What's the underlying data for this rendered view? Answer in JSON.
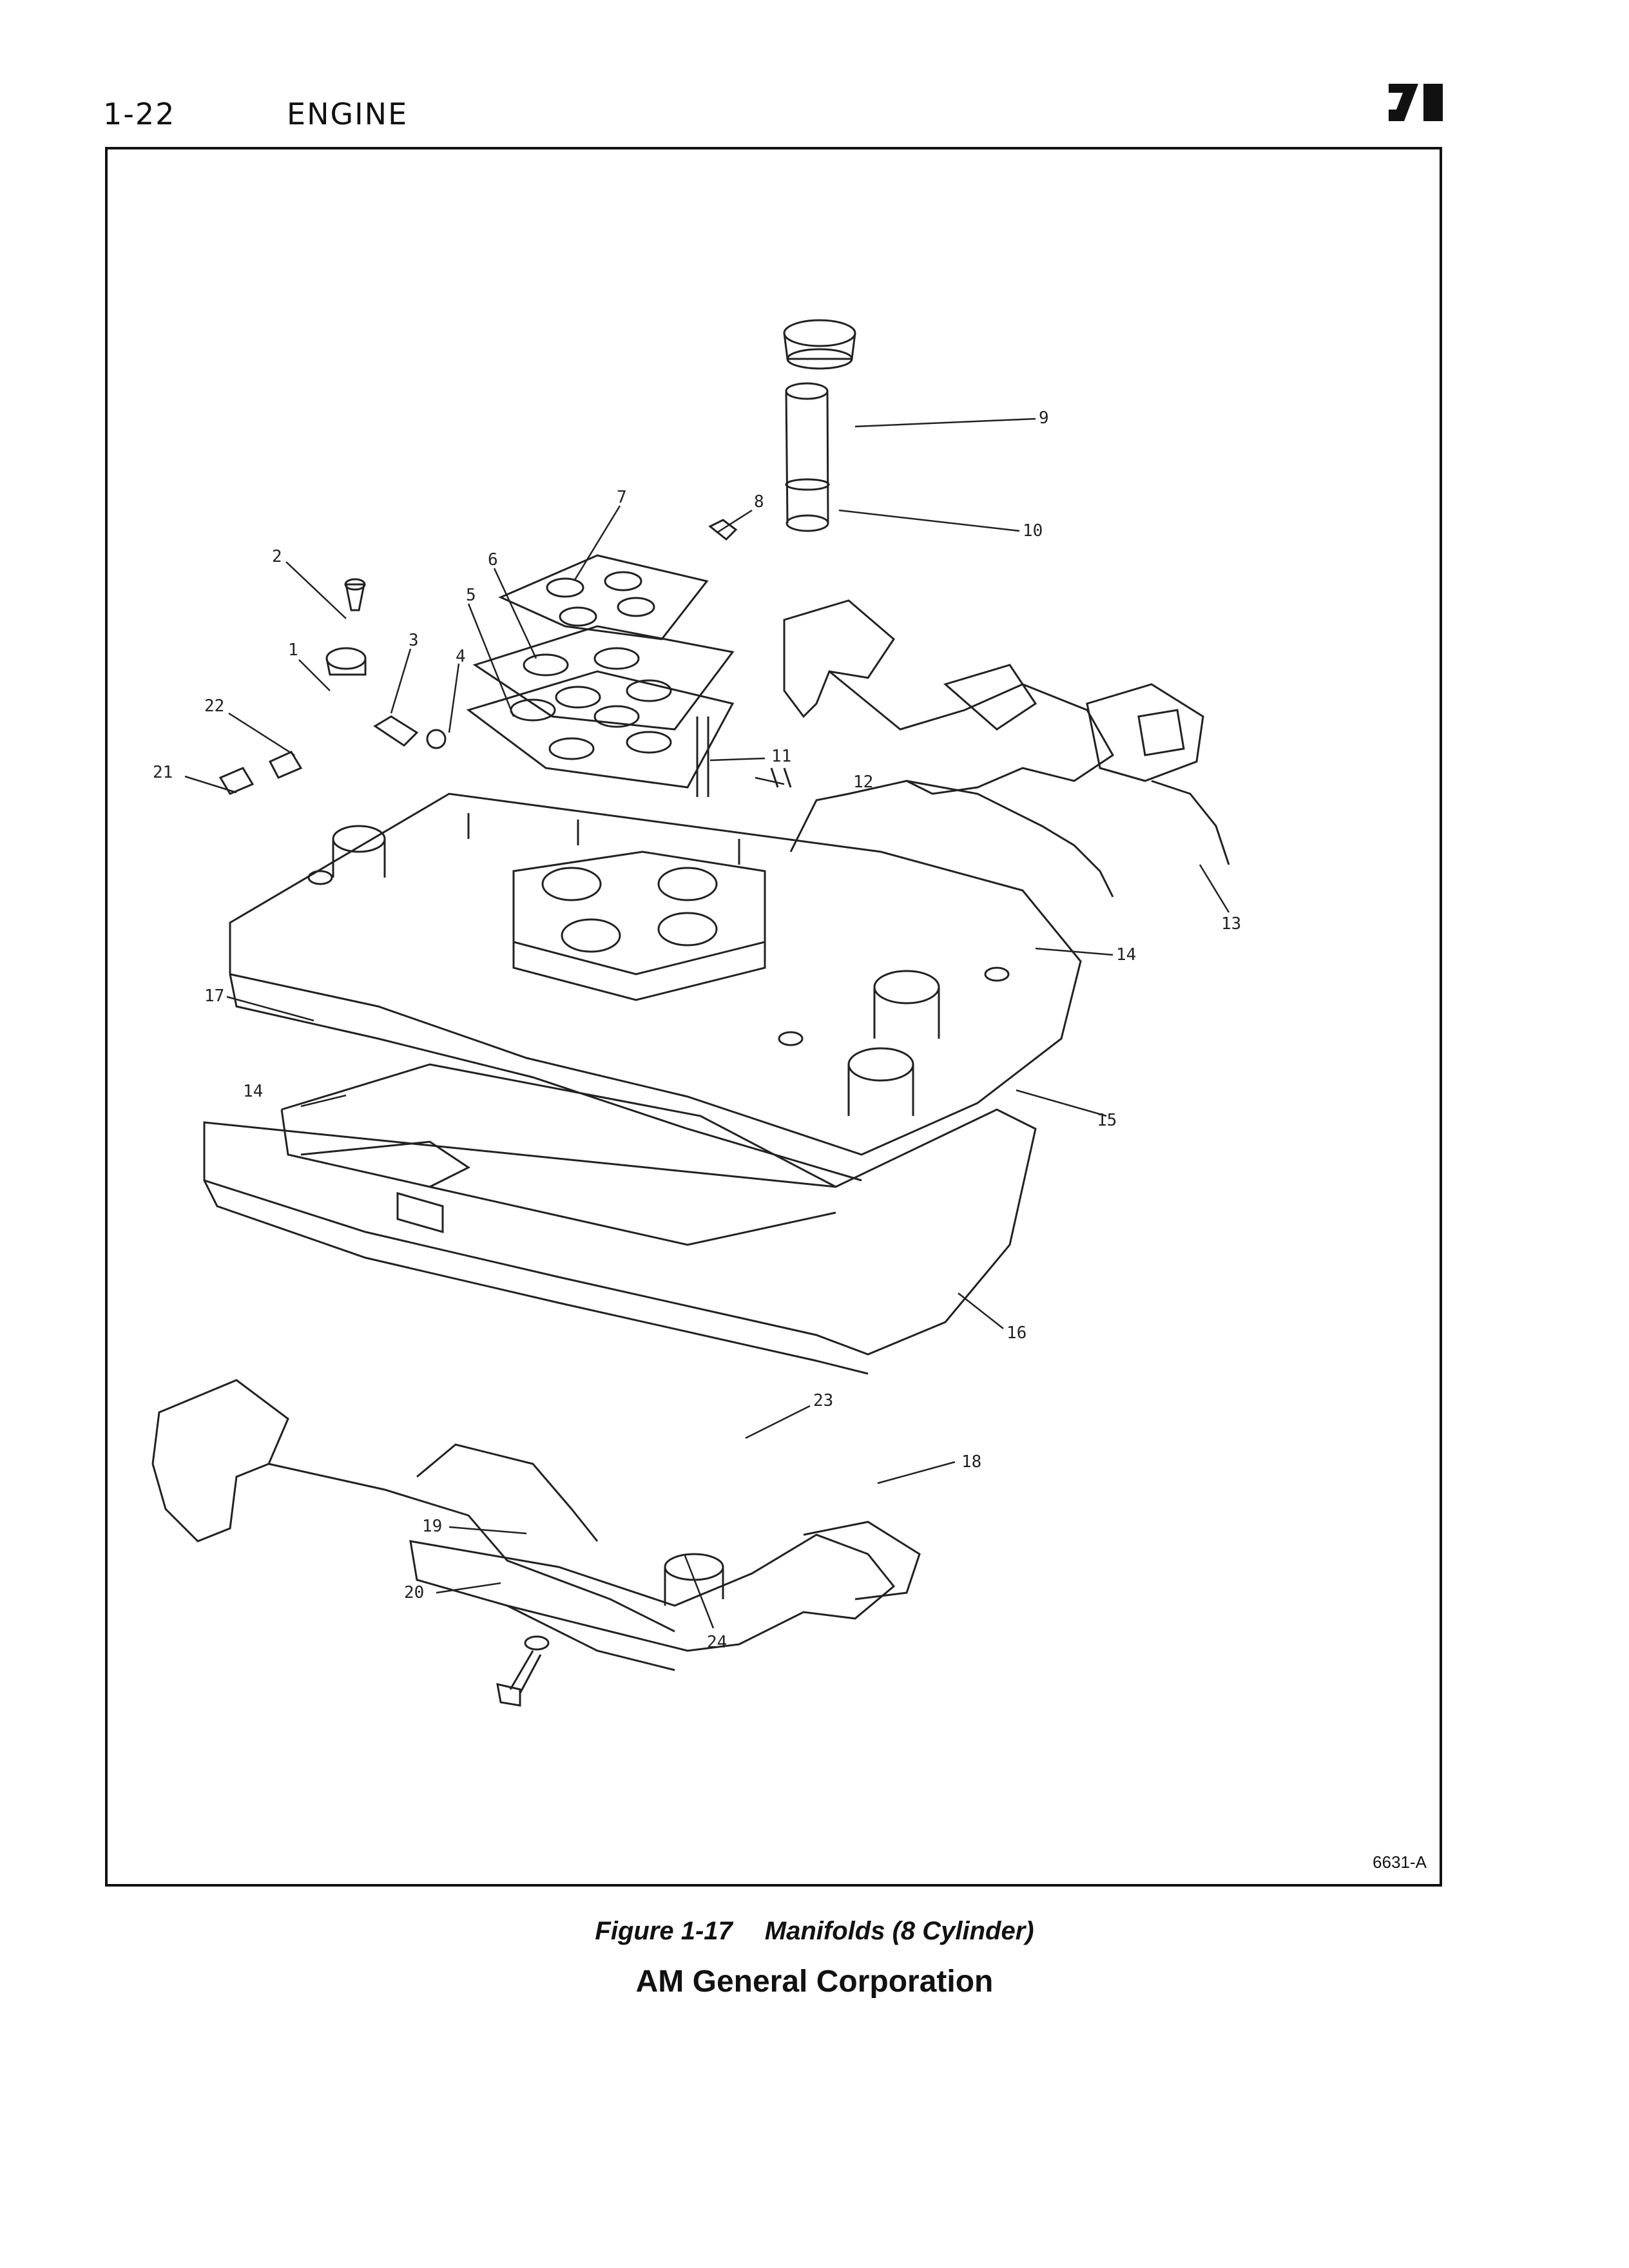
{
  "header": {
    "page_number": "1-22",
    "section_title": "ENGINE"
  },
  "figure": {
    "id_code": "6631-A",
    "callouts": [
      "1",
      "2",
      "3",
      "4",
      "5",
      "6",
      "7",
      "8",
      "9",
      "10",
      "11",
      "12",
      "13",
      "14",
      "14",
      "15",
      "16",
      "17",
      "18",
      "19",
      "20",
      "21",
      "22",
      "23",
      "24"
    ],
    "caption_number": "Figure 1-17",
    "caption_title": "Manifolds (8 Cylinder)"
  },
  "footer": {
    "company": "AM General Corporation"
  },
  "icons": {
    "brand_mark": "am-general-logo-icon"
  }
}
